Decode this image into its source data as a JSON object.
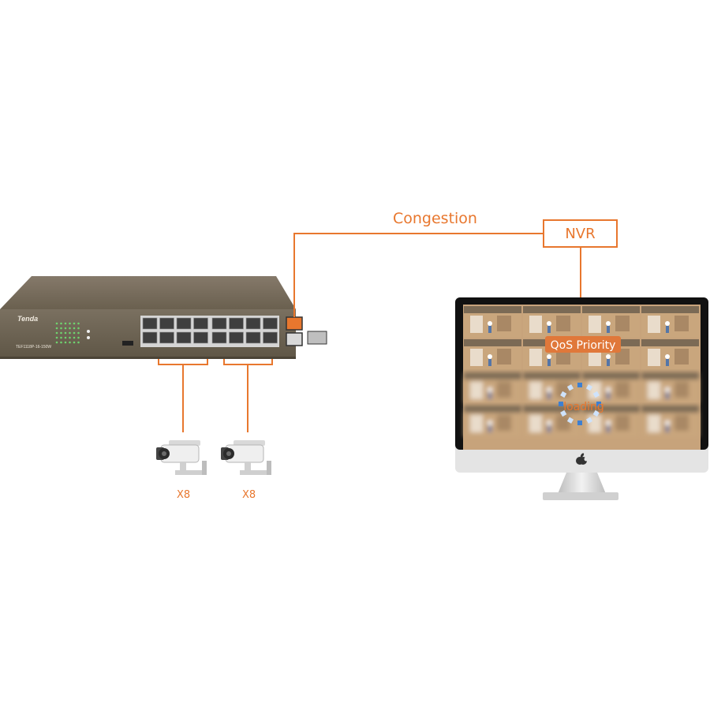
{
  "labels": {
    "congestion": "Congestion",
    "nvr": "NVR",
    "camera_group_left": "X8",
    "camera_group_right": "X8",
    "qos": "QoS Priority",
    "loading": "loading"
  },
  "switch": {
    "brand": "Tenda",
    "model": "TEF1118P-16-150W",
    "port_count": 16,
    "uplink_ports": 2,
    "sfp_ports": 1
  },
  "colors": {
    "accent": "#e8772e",
    "switch_body": "#6e6553",
    "screen_bezel": "#111111",
    "stand": "#d9d9d9"
  },
  "icons": [
    "cctv-camera-icon",
    "apple-logo-icon",
    "loading-spinner-icon"
  ]
}
